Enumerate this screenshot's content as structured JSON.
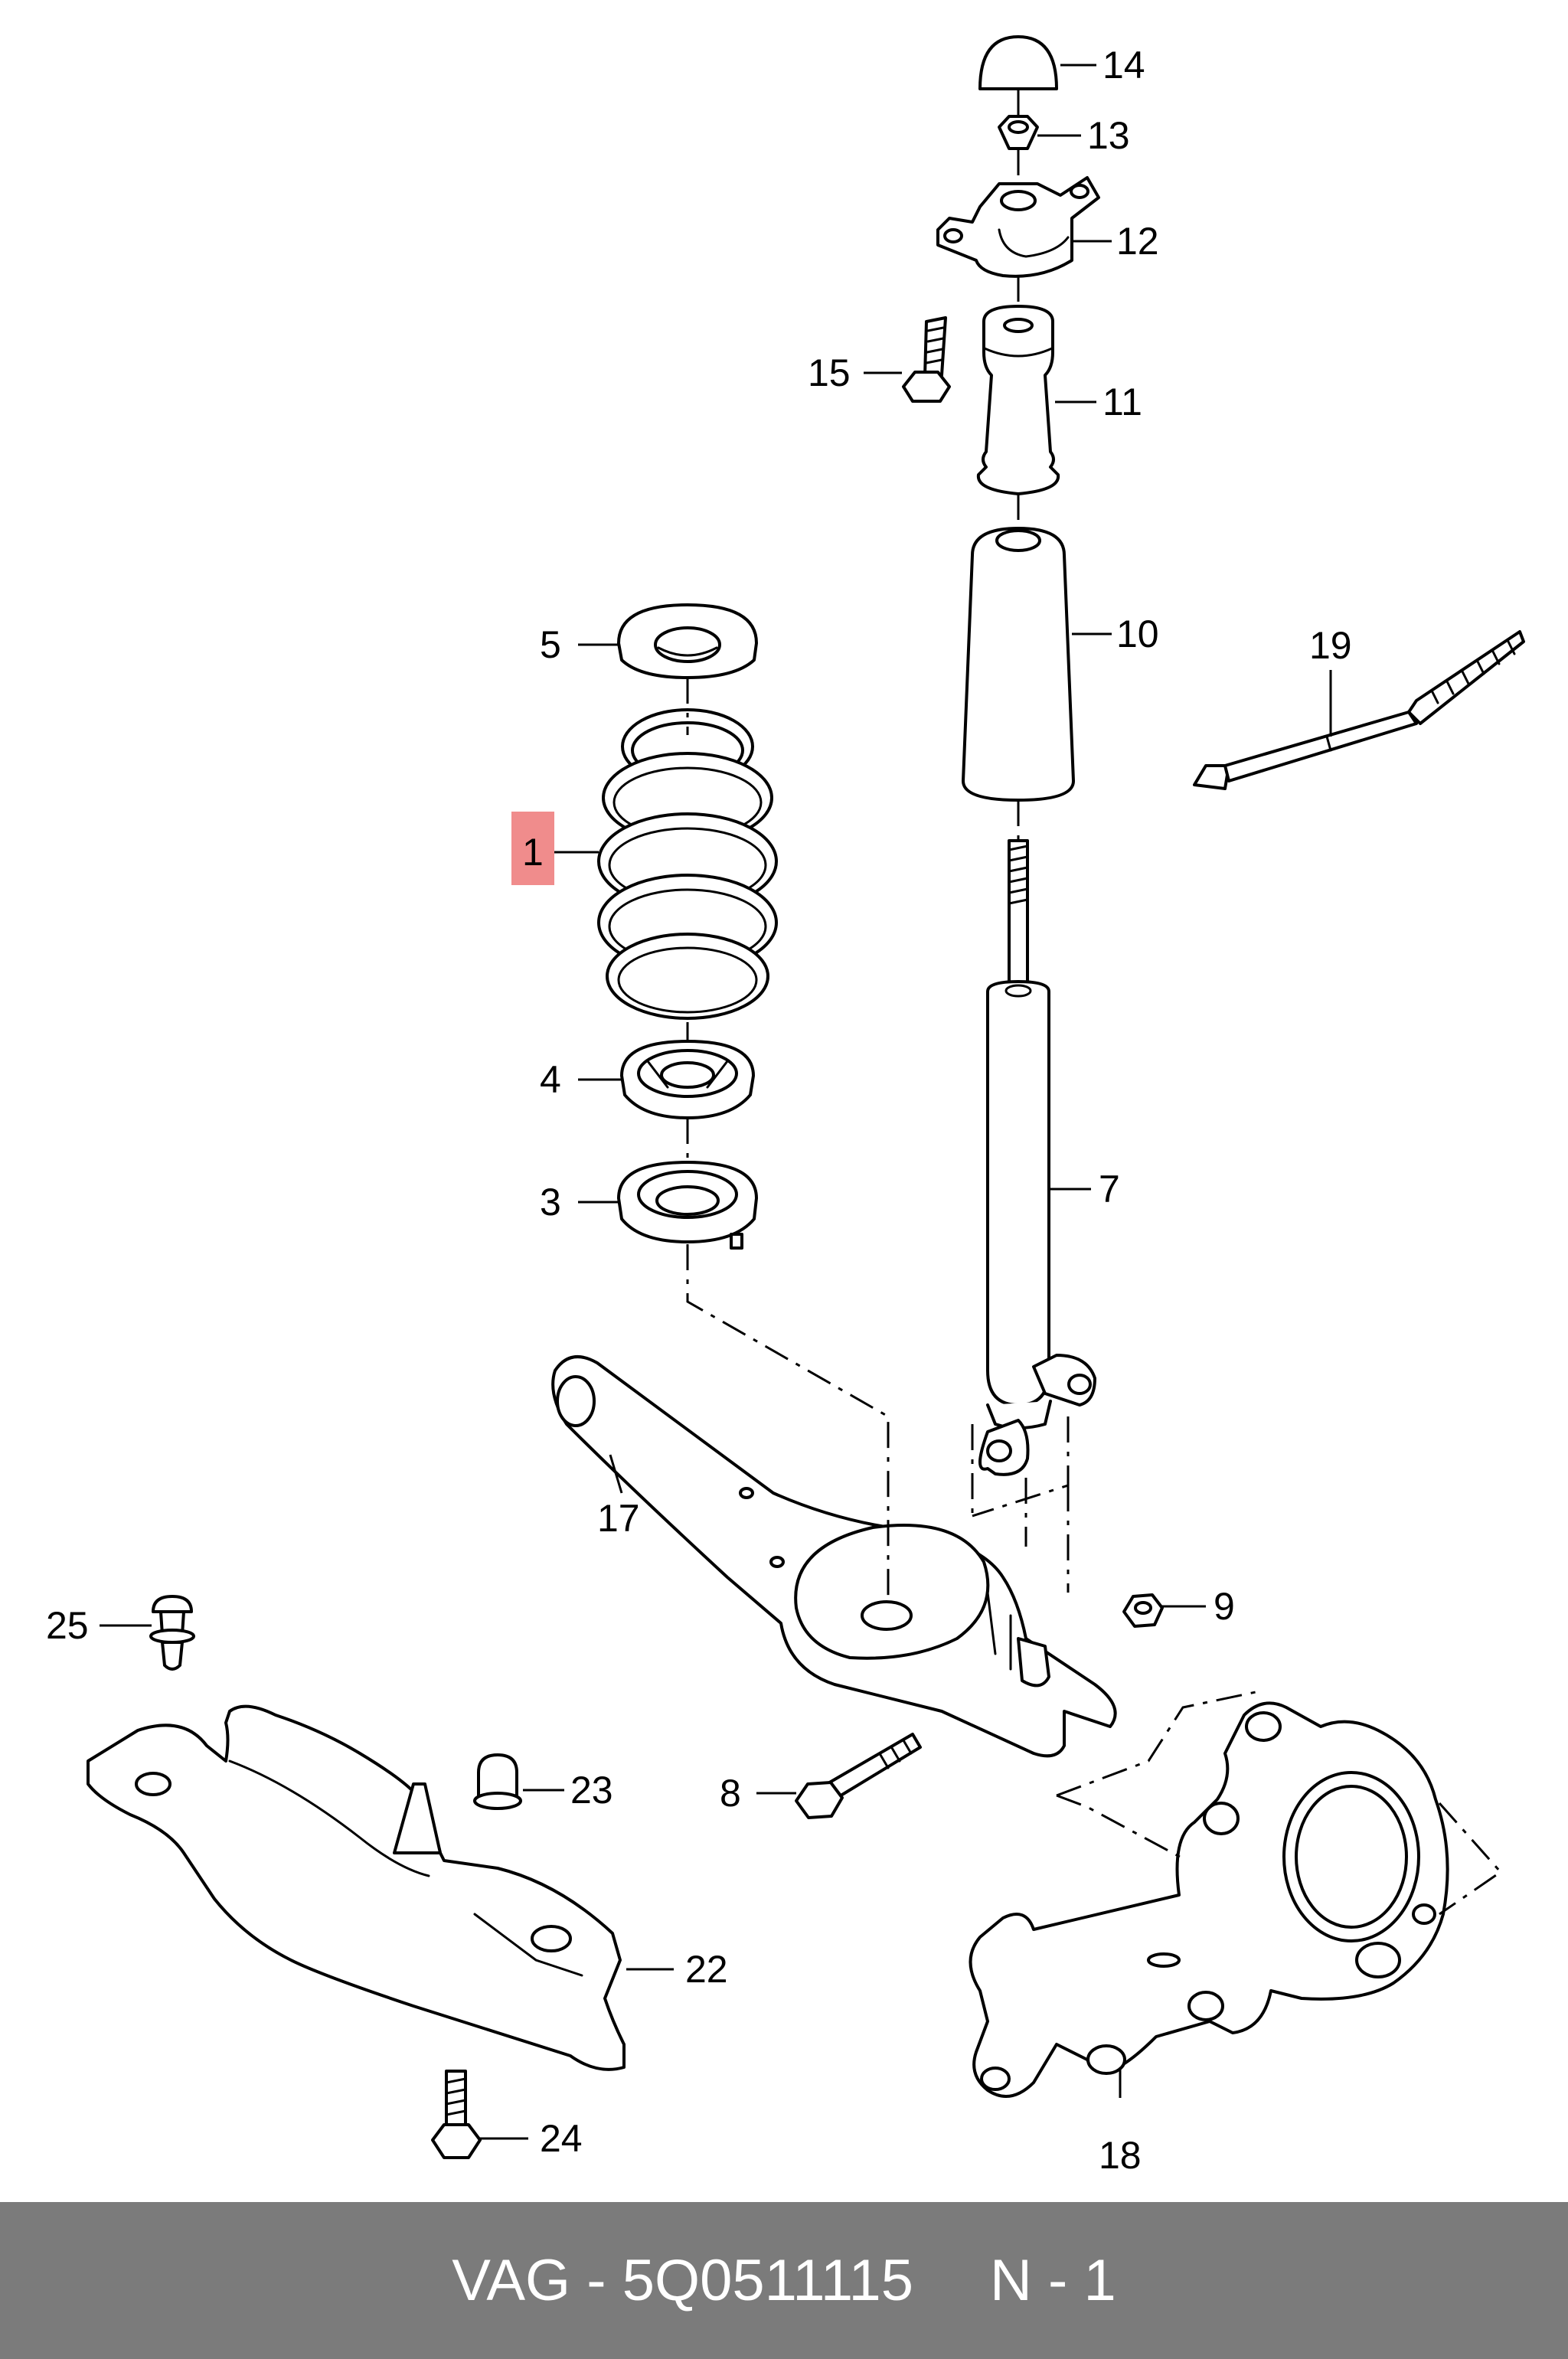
{
  "highlight_color": "#f08c8c",
  "callouts": {
    "c1": "1",
    "c3": "3",
    "c4": "4",
    "c5": "5",
    "c7": "7",
    "c8": "8",
    "c9": "9",
    "c10": "10",
    "c11": "11",
    "c12": "12",
    "c13": "13",
    "c14": "14",
    "c15": "15",
    "c17": "17",
    "c18": "18",
    "c19": "19",
    "c22": "22",
    "c23": "23",
    "c24": "24",
    "c25": "25"
  },
  "footer": {
    "brand": "VAG",
    "separator": "-",
    "part_number": "5Q0511115",
    "position": "N - 1"
  }
}
